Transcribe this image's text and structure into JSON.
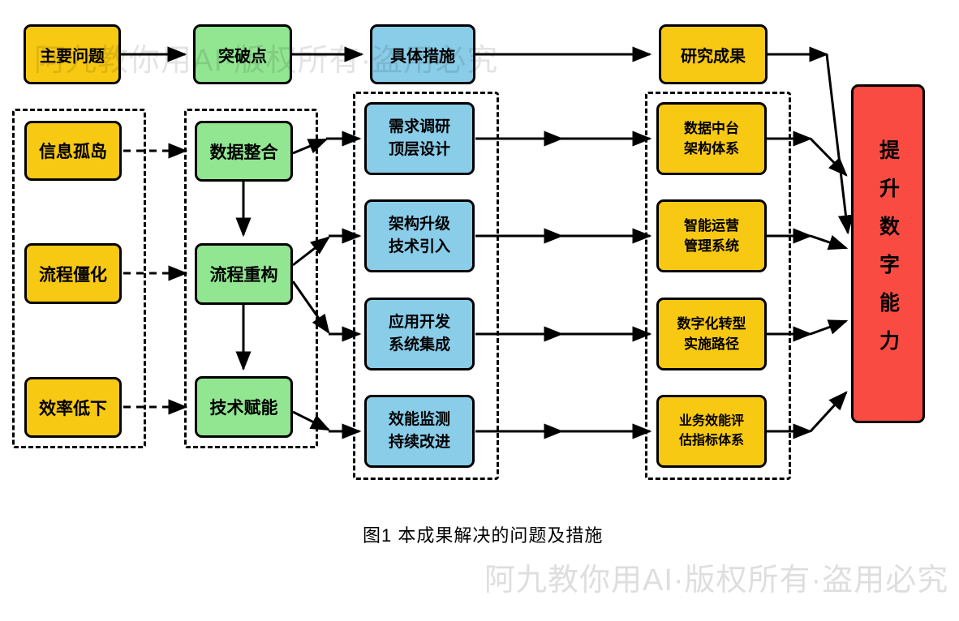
{
  "watermark": {
    "text": "阿九教你用AI·版权所有·盗用必究"
  },
  "header_row": {
    "problems": "主要问题",
    "breakthrough": "突破点",
    "measures": "具体措施",
    "results": "研究成果"
  },
  "problems": [
    "信息孤岛",
    "流程僵化",
    "效率低下"
  ],
  "breakthroughs": [
    "数据整合",
    "流程重构",
    "技术赋能"
  ],
  "measures": [
    "需求调研\n顶层设计",
    "架构升级\n技术引入",
    "应用开发\n系统集成",
    "效能监测\n持续改进"
  ],
  "results": [
    "数据中台\n架构体系",
    "智能运营\n管理系统",
    "数字化转型\n实施路径",
    "业务效能评\n估指标体系"
  ],
  "goal": "提升数字能力",
  "caption": "图1 本成果解决的问题及措施",
  "colors": {
    "problem_yellow": "#F8C912",
    "breakthrough_green": "#92E692",
    "measure_blue": "#89CDE9",
    "goal_red": "#FA4B43",
    "connector_black": "#000000"
  }
}
